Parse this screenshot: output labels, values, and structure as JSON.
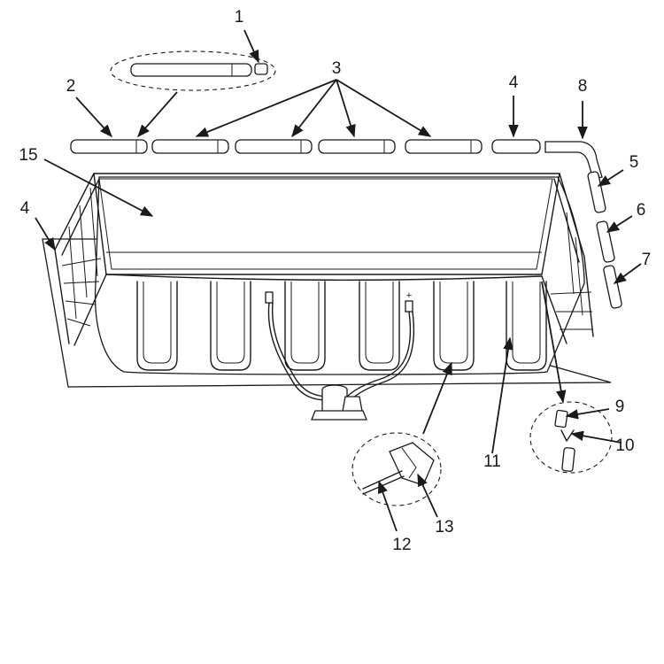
{
  "callouts": {
    "c1": "1",
    "c2": "2",
    "c3": "3",
    "c4a": "4",
    "c4b": "4",
    "c5": "5",
    "c6": "6",
    "c7": "7",
    "c8": "8",
    "c9": "9",
    "c10": "10",
    "c11": "11",
    "c12": "12",
    "c13": "13",
    "c15": "15"
  },
  "colors": {
    "line": "#1a1a1a",
    "background": "#ffffff"
  }
}
